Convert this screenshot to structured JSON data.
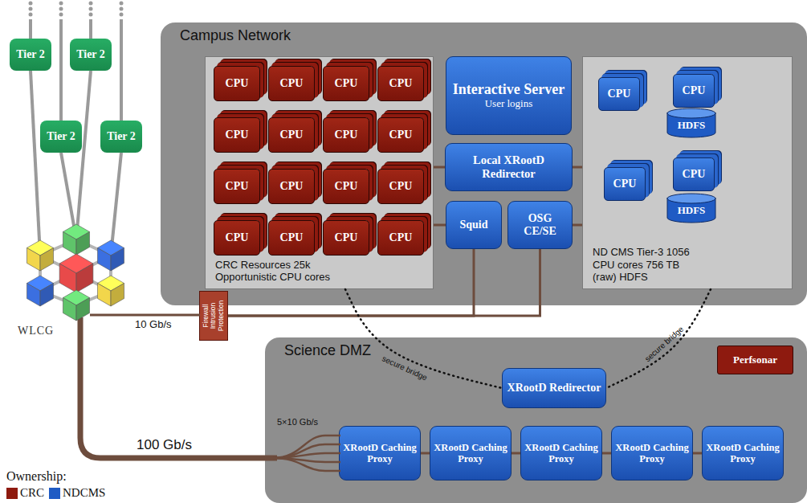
{
  "diagram": {
    "nodes": [
      {
        "text": [
          "Campus Network"
        ]
      },
      {
        "text": [
          "CRC Resources 25k Opportunistic CPU cores"
        ],
        "in": 0
      },
      {
        "text": [
          "CPU"
        ],
        "in": 1
      },
      {
        "text": [
          "CPU"
        ],
        "in": 1
      },
      {
        "text": [
          "CPU"
        ],
        "in": 1
      },
      {
        "text": [
          "CPU"
        ],
        "in": 1
      },
      {
        "text": [
          "CPU"
        ],
        "in": 1
      },
      {
        "text": [
          "CPU"
        ],
        "in": 1
      },
      {
        "text": [
          "CPU"
        ],
        "in": 1
      },
      {
        "text": [
          "CPU"
        ],
        "in": 1
      },
      {
        "text": [
          "CPU"
        ],
        "in": 1
      },
      {
        "text": [
          "CPU"
        ],
        "in": 1
      },
      {
        "text": [
          "CPU"
        ],
        "in": 1
      },
      {
        "text": [
          "CPU"
        ],
        "in": 1
      },
      {
        "text": [
          "CPU"
        ],
        "in": 1
      },
      {
        "text": [
          "CPU"
        ],
        "in": 1
      },
      {
        "text": [
          "CPU"
        ],
        "in": 1
      },
      {
        "text": [
          "CPU"
        ],
        "in": 1
      },
      {
        "text": [
          "Interactive Server",
          "User logins"
        ],
        "in": 0
      },
      {
        "text": [
          "Local XRootD Redirector"
        ],
        "in": 0
      },
      {
        "text": [
          "Squid"
        ],
        "in": 0
      },
      {
        "text": [
          "OSG CE/SE"
        ],
        "in": 0
      },
      {
        "text": [
          "ND CMS Tier-3 1056 CPU cores 756 TB (raw) HDFS"
        ],
        "in": 0
      },
      {
        "text": [
          "CPU"
        ],
        "in": 22
      },
      {
        "text": [
          "CPU"
        ],
        "in": 22
      },
      {
        "text": [
          "HDFS"
        ],
        "in": 22
      },
      {
        "text": [
          "CPU"
        ],
        "in": 22
      },
      {
        "text": [
          "CPU"
        ],
        "in": 22
      },
      {
        "text": [
          "HDFS"
        ],
        "in": 22
      },
      {
        "text": [
          "Firewall Intrusion Protection"
        ]
      },
      {
        "text": [
          "Science DMZ"
        ]
      },
      {
        "text": [
          "XRootD Redirector"
        ],
        "in": 30
      },
      {
        "text": [
          "Perfsonar"
        ],
        "in": 30
      },
      {
        "text": [
          "XRootD Caching Proxy"
        ],
        "in": 30
      },
      {
        "text": [
          "XRootD Caching Proxy"
        ],
        "in": 30
      },
      {
        "text": [
          "XRootD Caching Proxy"
        ],
        "in": 30
      },
      {
        "text": [
          "XRootD Caching Proxy"
        ],
        "in": 30
      },
      {
        "text": [
          "XRootD Caching Proxy"
        ],
        "in": 30
      },
      {
        "text": [
          "Tier 2"
        ]
      },
      {
        "text": [
          "Tier 2"
        ]
      },
      {
        "text": [
          "Tier 2"
        ]
      },
      {
        "text": [
          "Tier 2"
        ]
      }
    ],
    "edges": [
      {
        "from": 1,
        "to": 19,
        "arrow": "none"
      },
      {
        "from": 1,
        "to": 20,
        "arrow": "none"
      },
      {
        "from": 19,
        "to": 22,
        "arrow": "none"
      },
      {
        "from": 21,
        "to": 22,
        "arrow": "none"
      },
      {
        "from": 29,
        "to": 20,
        "arrow": "none"
      },
      {
        "from": 29,
        "to": 21,
        "arrow": "none"
      },
      {
        "from": 1,
        "to": 31,
        "label": "secure bridge",
        "arrow": "none"
      },
      {
        "from": 22,
        "to": 31,
        "label": "secure bridge",
        "arrow": "none"
      },
      {
        "from": 33,
        "to": 34,
        "arrow": "none"
      },
      {
        "from": 34,
        "to": 35,
        "arrow": "none"
      },
      {
        "from": 35,
        "to": 36,
        "arrow": "none"
      },
      {
        "from": 36,
        "to": 37,
        "arrow": "none"
      }
    ],
    "labels": [
      "WLCG",
      "10 Gb/s",
      "100 Gb/s",
      "5×10 Gb/s",
      "Ownership:"
    ],
    "legend": [
      {
        "text": "CRC",
        "color": "#8e1a0f"
      },
      {
        "text": "NDCMS",
        "color": "#1f5bc4"
      }
    ]
  }
}
